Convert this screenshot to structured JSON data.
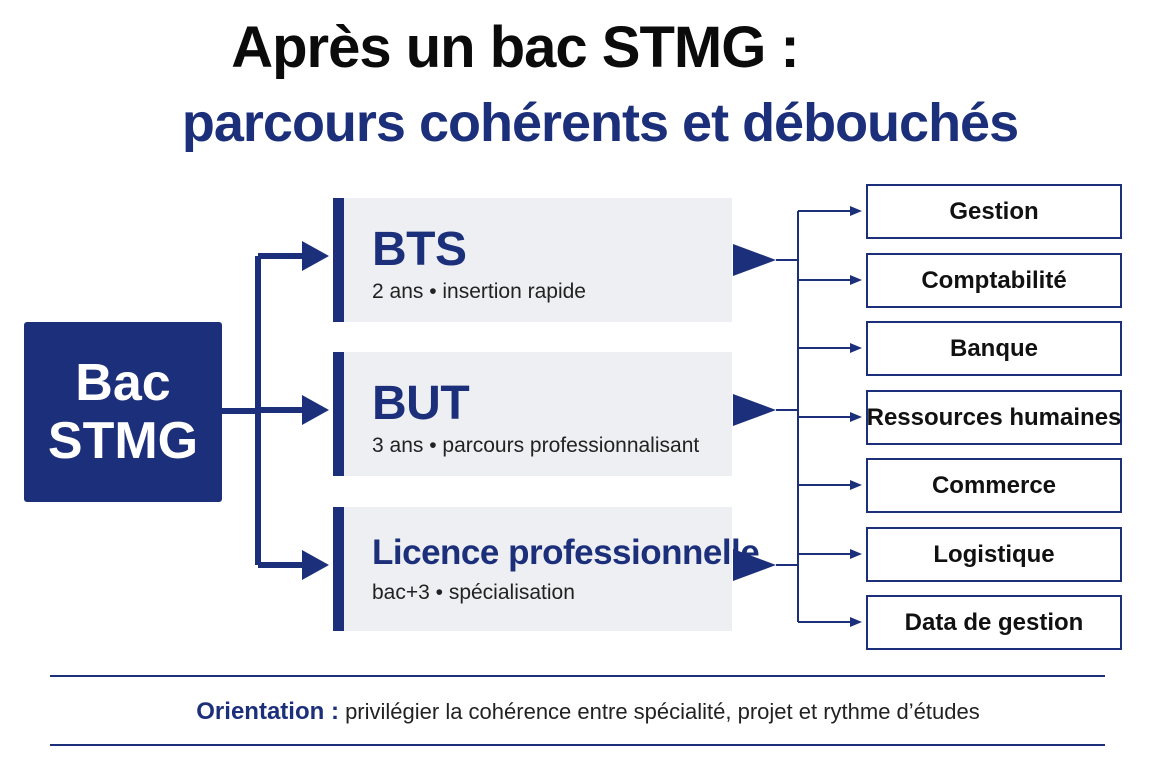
{
  "title": {
    "line1": "Après un bac STMG :",
    "line2": "parcours cohérents et débouchés"
  },
  "source_box": {
    "line1": "Bac",
    "line2": "STMG"
  },
  "pathways": [
    {
      "name": "BTS",
      "description": "2 ans • insertion rapide"
    },
    {
      "name": "BUT",
      "description": "3 ans • parcours professionnalisant"
    },
    {
      "name": "Licence professionnelle",
      "description": "bac+3 • spécialisation"
    }
  ],
  "outcomes": [
    "Gestion",
    "Comptabilité",
    "Banque",
    "Ressources humaines",
    "Commerce",
    "Logistique",
    "Data de gestion"
  ],
  "footer": {
    "label": "Orientation :",
    "text": "privilégier la cohérence entre spécialité, projet et rythme d’études"
  },
  "colors": {
    "accent": "#1c2f7a",
    "box_fill": "#eeeff2"
  }
}
